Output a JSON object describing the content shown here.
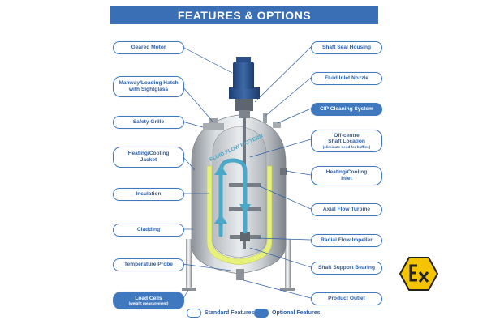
{
  "header": {
    "title": "FEATURES & OPTIONS"
  },
  "callouts": {
    "geared_motor": "Geared Motor",
    "manway_line1": "Manway/Loading Hatch",
    "manway_line2": "with Sightglass",
    "safety_grille": "Safety Grille",
    "heating_jacket_line1": "Heating/Cooling",
    "heating_jacket_line2": "Jacket",
    "insulation": "Insulation",
    "cladding": "Cladding",
    "temperature_probe": "Temperature Probe",
    "load_cells": "Load Cells",
    "load_cells_sub": "(weight measurement)",
    "shaft_seal_housing": "Shaft Seal Housing",
    "fluid_inlet_nozzle": "Fluid Inlet Nozzle",
    "cip_cleaning_system": "CIP Cleaning System",
    "offcentre_line1": "Off-centre",
    "offcentre_line2": "Shaft Location",
    "offcentre_sub": "(eliminate need for baffles)",
    "heating_inlet_line1": "Heating/Cooling",
    "heating_inlet_line2": "Inlet",
    "axial_flow_turbine": "Axial Flow Turbine",
    "radial_flow_impeller": "Radial Flow Impeller",
    "shaft_support_bearing": "Shaft Support Bearing",
    "product_outlet": "Product Outlet"
  },
  "diagram": {
    "flow_pattern_label": "FLUID FLOW PATTERN"
  },
  "legend": {
    "standard": "Standard Features",
    "optional": "Optional Features"
  },
  "colors": {
    "accent": "#3f78bf",
    "banner": "#3a6fb6",
    "jacket": "#e6f07a",
    "flow_arrow": "#4aa8c8",
    "motor": "#2b4f8c",
    "logo": "#f5c400"
  },
  "icons": {
    "ex_logo": "atex-ex-icon"
  }
}
